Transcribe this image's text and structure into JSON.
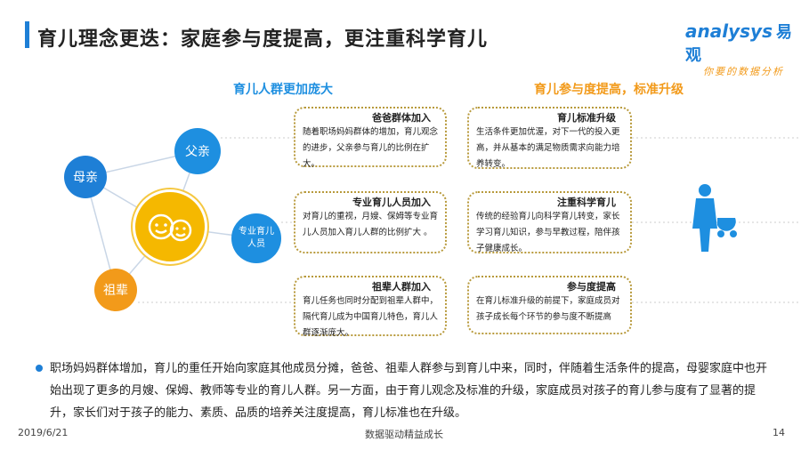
{
  "title": "育儿理念更迭：家庭参与度提高，更注重科学育儿",
  "logo": {
    "name": "analysys",
    "cn": "易观",
    "slogan": "你要的数据分析"
  },
  "left_heading": "育儿人群更加庞大",
  "right_heading": "育儿参与度提高，标准升级",
  "circles": {
    "mother": "母亲",
    "father": "父亲",
    "grand": "祖辈",
    "pro": "专业育儿人员"
  },
  "boxes_left": [
    {
      "title": "爸爸群体加入",
      "text": "随着职场妈妈群体的增加，育儿观念的进步，父亲参与育儿的比例在扩大。"
    },
    {
      "title": "专业育儿人员加入",
      "text": "对育儿的重视，月嫂、保姆等专业育儿人员加入育儿人群的比例扩大 。"
    },
    {
      "title": "祖辈人群加入",
      "text": "育儿任务也同时分配到祖辈人群中，隔代育儿成为中国育儿特色，育儿人群逐渐庞大。"
    }
  ],
  "boxes_right": [
    {
      "title": "育儿标准升级",
      "text": "生活条件更加优渥，对下一代的投入更高，并从基本的满足物质需求向能力培养转变。"
    },
    {
      "title": "注重科学育儿",
      "text": "传统的经验育儿向科学育儿转变，家长学习育儿知识，参与早教过程，陪伴孩子健康成长。"
    },
    {
      "title": "参与度提高",
      "text": "在育儿标准升级的前提下，家庭成员对孩子成长每个环节的参与度不断提高"
    }
  ],
  "summary": "职场妈妈群体增加，育儿的重任开始向家庭其他成员分摊，爸爸、祖辈人群参与到育儿中来，同时，伴随着生活条件的提高，母婴家庭中也开始出现了更多的月嫂、保姆、教师等专业的育儿人群。另一方面，由于育儿观念及标准的升级，家庭成员对孩子的育儿参与度有了显著的提升，家长们对于孩子的能力、素质、品质的培养关注度提高，育儿标准也在升级。",
  "footer": {
    "date": "2019/6/21",
    "slogan": "数据驱动精益成长",
    "page": "14"
  }
}
